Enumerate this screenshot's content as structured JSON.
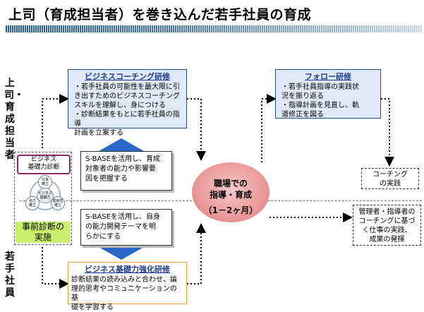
{
  "title": "上司（育成担当者）を巻き込んだ若手社員の育成",
  "side_labels": {
    "top": "上司・育成担当者",
    "bottom": "若手社員"
  },
  "coaching": {
    "header": "ビジネスコーチング研修",
    "lines": [
      "・若手社員の可能性を最大限に引",
      "き出すためのビジネスコーチング",
      "スキルを理解し、身につける",
      "・診断結果をもとに若手社員の指導",
      "計画を立案する"
    ]
  },
  "follow": {
    "header": "フォロー研修",
    "lines": [
      "・若手社員指導の実践状",
      "況を振り返る",
      "・指導計画を見直し、軌",
      "道修正を図る"
    ]
  },
  "strengthen": {
    "header": "ビジネス基礎力強化研修",
    "lines": [
      "診断結果の読み込みと合わせ、論",
      "理的思考やコミュニケーションの基",
      "礎を学習する"
    ]
  },
  "note_top": {
    "lines": [
      "S-BASEを活用し、育成",
      "対象者の能力や影響要",
      "因を把握する"
    ]
  },
  "note_bottom": {
    "lines": [
      "S-BASEを活用し、自身",
      "の能力開発テーマを明",
      "らかにする"
    ]
  },
  "center": {
    "lines": [
      "職場での",
      "指導・育成"
    ],
    "duration": "（1－2ヶ月）"
  },
  "coaching_practice": {
    "lines": [
      "コーチング",
      "の実践"
    ]
  },
  "manager_note": {
    "lines": [
      "管理者・指導者の",
      "コーチングに基づ",
      "く仕事の実践、",
      "成果の発揮"
    ]
  },
  "diagnosis": {
    "tag_lines": [
      "ビジネス",
      "基礎力診断"
    ],
    "circles": {
      "top": [
        "仕事",
        "確立"
      ],
      "left": [
        "自己",
        "確立"
      ],
      "right": [
        "関係性",
        "確立"
      ],
      "center": [
        "ビジネス",
        "基礎力"
      ]
    },
    "bottom_lines": [
      "事前診断の",
      "実施"
    ]
  },
  "colors": {
    "box_blue": "#1f4e8c",
    "box_fill": "#dfe9f7",
    "triangle": "#2b69c9",
    "orange": "#f0a030",
    "pink": "#eb9a9a",
    "green": "#c8f06e"
  }
}
